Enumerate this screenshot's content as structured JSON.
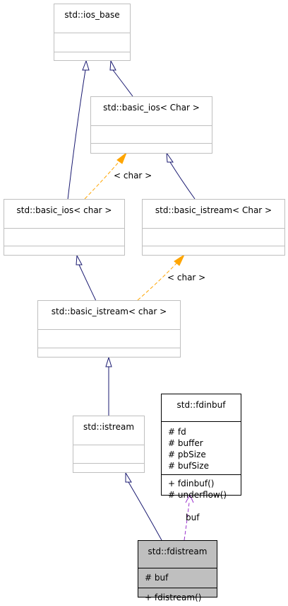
{
  "nodes": {
    "ios_base": {
      "title": "std::ios_base"
    },
    "basic_ios_Char": {
      "title": "std::basic_ios< Char >"
    },
    "basic_ios_char": {
      "title": "std::basic_ios< char >"
    },
    "basic_istream_Char": {
      "title": "std::basic_istream< Char >"
    },
    "basic_istream_char": {
      "title": "std::basic_istream< char >"
    },
    "istream": {
      "title": "std::istream"
    },
    "fdinbuf": {
      "title": "std::fdinbuf",
      "attributes": [
        "# fd",
        "# buffer",
        "# pbSize",
        "# bufSize"
      ],
      "methods": [
        "+ fdinbuf()",
        "# underflow()"
      ]
    },
    "fdistream": {
      "title": "std::fdistream",
      "attributes": [
        "# buf"
      ],
      "methods": [
        "+ fdistream()"
      ]
    }
  },
  "edge_labels": {
    "template_char_1": "< char >",
    "template_char_2": "< char >",
    "member_buf": "buf"
  },
  "colors": {
    "inheritance": "#191970",
    "template": "#ffa500",
    "usage": "#9a32cd"
  }
}
